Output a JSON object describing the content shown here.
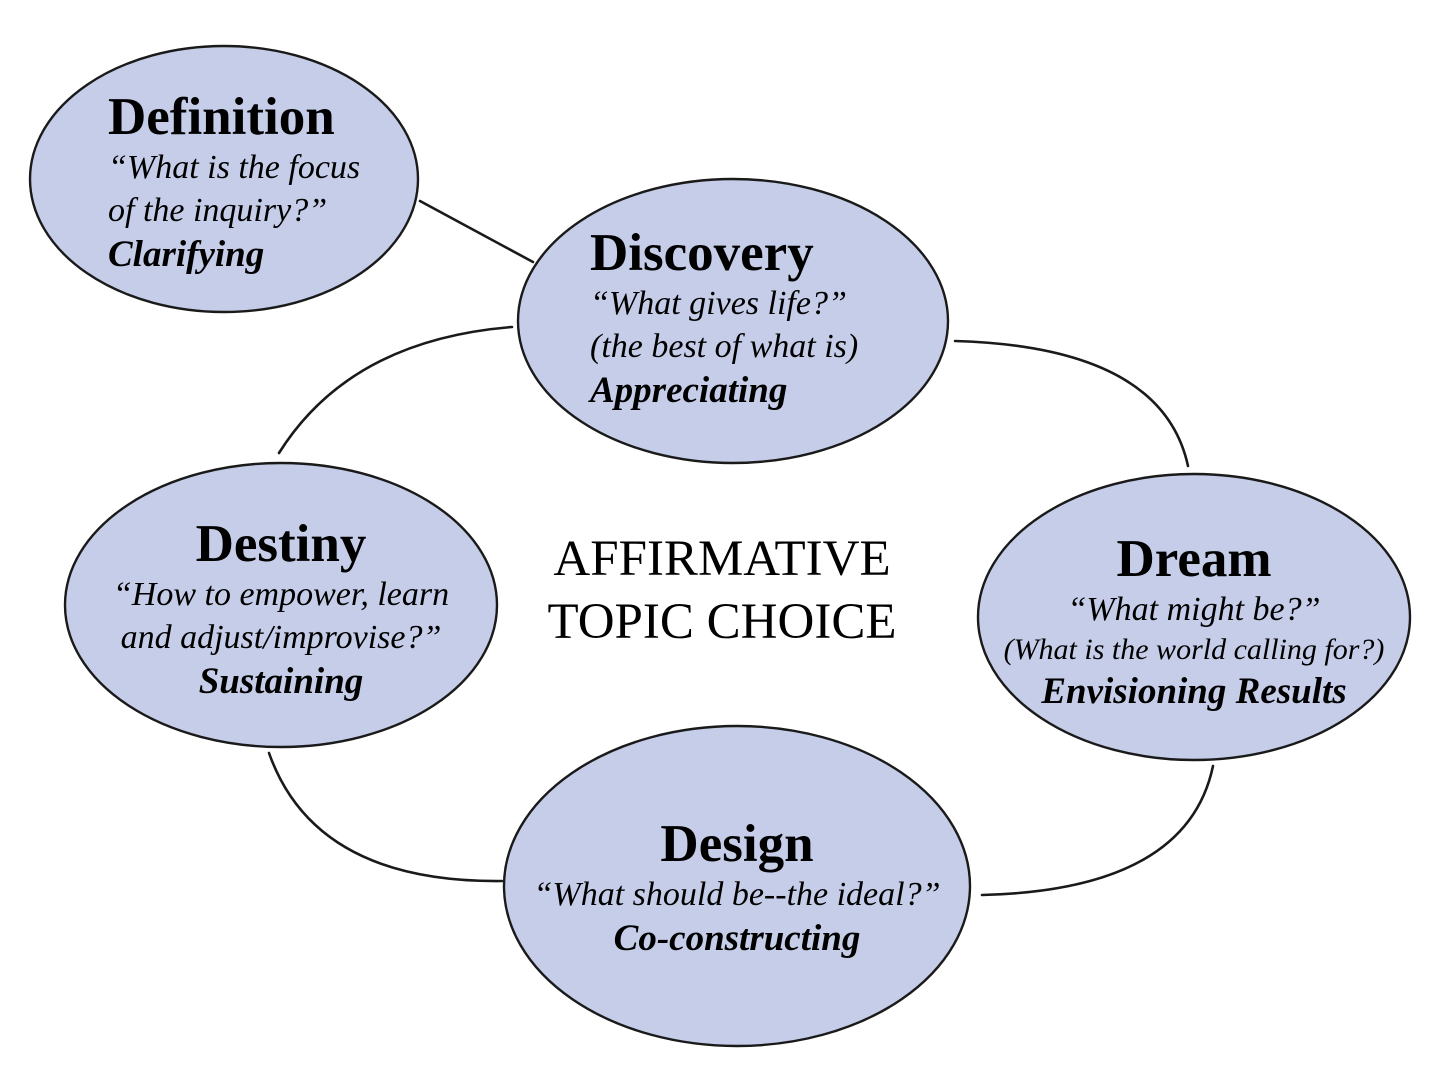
{
  "center": {
    "line1": "AFFIRMATIVE",
    "line2": "TOPIC CHOICE"
  },
  "nodes": {
    "definition": {
      "title": "Definition",
      "quote1": "“What is the focus",
      "quote2": "of the inquiry?”",
      "practice": "Clarifying"
    },
    "discovery": {
      "title": "Discovery",
      "quote1": "“What gives life?”",
      "quote2": "(the best of what is)",
      "practice": "Appreciating"
    },
    "dream": {
      "title": "Dream",
      "quote1": "“What might be?”",
      "quote2": "(What is the world calling for?)",
      "practice": "Envisioning Results"
    },
    "design": {
      "title": "Design",
      "quote1": "“What should be--the ideal?”",
      "practice": "Co-constructing"
    },
    "destiny": {
      "title": "Destiny",
      "quote1": "“How to empower, learn",
      "quote2": "and adjust/improvise?”",
      "practice": "Sustaining"
    }
  },
  "colors": {
    "ellipse_fill": "#c5cde8",
    "ellipse_stroke": "#1a1a1a",
    "connector": "#1a1a1a",
    "text": "#000000",
    "background": "#ffffff"
  }
}
